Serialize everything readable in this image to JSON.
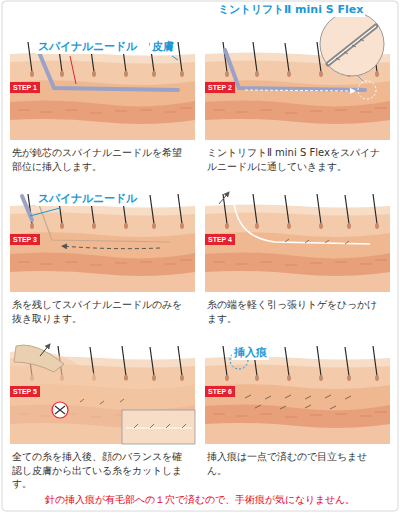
{
  "diagram": {
    "nodes": [
      {
        "text": [
          "先が鈍芯のスパイナルニードルを希望部位に挿入します。"
        ]
      },
      {
        "text": [
          "STEP 1"
        ],
        "in": 0
      },
      {
        "text": [
          "ミントリフトⅡ mini S Flexをスパイナルニードルに通していきます。"
        ]
      },
      {
        "text": [
          "STEP 2"
        ],
        "in": 2
      },
      {
        "text": [
          "糸を残してスパイナルニードルのみを抜き取ります。"
        ]
      },
      {
        "text": [
          "STEP 3"
        ],
        "in": 4
      },
      {
        "text": [
          "糸の端を軽く引っ張りトゲをひっかけます。"
        ]
      },
      {
        "text": [
          "STEP 4"
        ],
        "in": 6
      },
      {
        "text": [
          "全ての糸を挿入後、顔のバランスを確認し皮膚から出ている糸をカットします。"
        ]
      },
      {
        "text": [
          "STEP 5"
        ],
        "in": 8
      },
      {
        "text": [
          "挿入痕は一点で済むので目立ちません。"
        ]
      },
      {
        "text": [
          "STEP 6"
        ],
        "in": 10
      }
    ],
    "labels": [
      "スパイナルニードル",
      "皮膚",
      "ミントリフトⅡ mini S Flex",
      "スパイナルニードル",
      "挿入痕",
      "針の挿入痕が有毛部への１穴で済むので、手術痕が気になりません。"
    ]
  }
}
